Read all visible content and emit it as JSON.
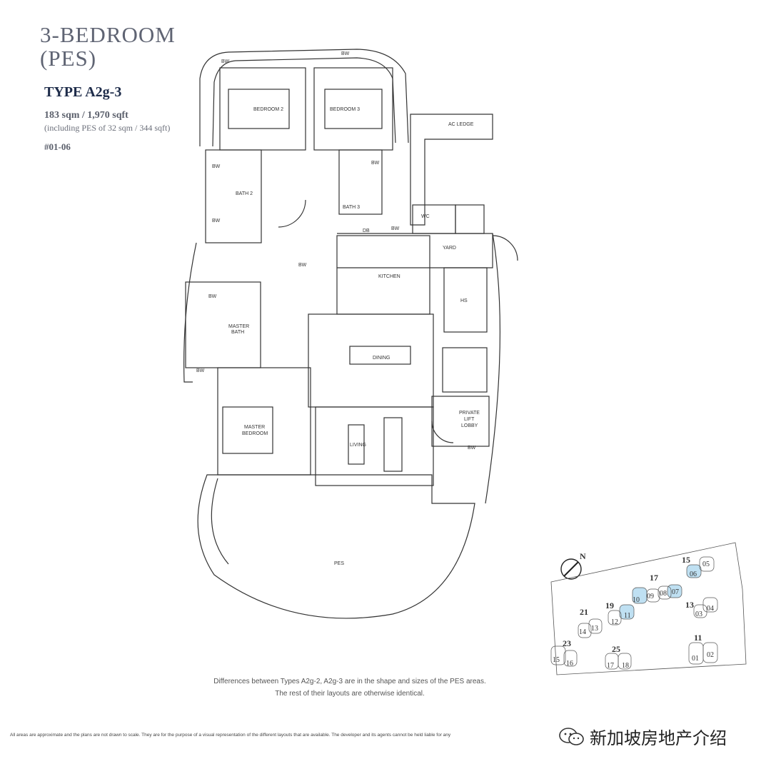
{
  "header": {
    "title_line1": "3-BEDROOM",
    "title_line2": "(PES)",
    "type": "TYPE A2g-3",
    "area": "183 sqm / 1,970 sqft",
    "area_note": "(including PES of 32 sqm / 344 sqft)",
    "unit": "#01-06"
  },
  "rooms": {
    "bw": "BW",
    "bedroom2": "BEDROOM 2",
    "bedroom3": "BEDROOM 3",
    "ac_ledge": "AC LEDGE",
    "bath2": "BATH 2",
    "bath3": "BATH 3",
    "wc": "WC",
    "db": "DB",
    "yard": "YARD",
    "kitchen": "KITCHEN",
    "hs": "HS",
    "master_bath_1": "MASTER",
    "master_bath_2": "BATH",
    "dining": "DINING",
    "private_lift_1": "PRIVATE",
    "private_lift_2": "LIFT",
    "private_lift_3": "LOBBY",
    "master_bed_1": "MASTER",
    "master_bed_2": "BEDROOM",
    "living": "LIVING",
    "pes": "PES"
  },
  "site_plan": {
    "north": "N",
    "blocks": [
      "15",
      "17",
      "19",
      "21",
      "13",
      "23",
      "25",
      "11"
    ],
    "units": [
      "05",
      "06",
      "10",
      "09",
      "08",
      "07",
      "11",
      "12",
      "14",
      "13",
      "04",
      "03",
      "15",
      "16",
      "17",
      "18",
      "01",
      "02"
    ]
  },
  "notes": {
    "difference_1": "Differences between Types A2g-2, A2g-3 are in the shape and sizes of the PES areas.",
    "difference_2": "The rest of their layouts are otherwise identical.",
    "disclaimer": "All areas are approximate and the plans are not drawn to scale. They are for the purpose of a visual representation of the different layouts that are available. The developer and its agents cannot be held liable for any"
  },
  "watermark": {
    "text": "新加坡房地产介绍"
  },
  "colors": {
    "highlight": "#bfe0f2",
    "navy": "#1e2c4a",
    "line": "#333333"
  }
}
